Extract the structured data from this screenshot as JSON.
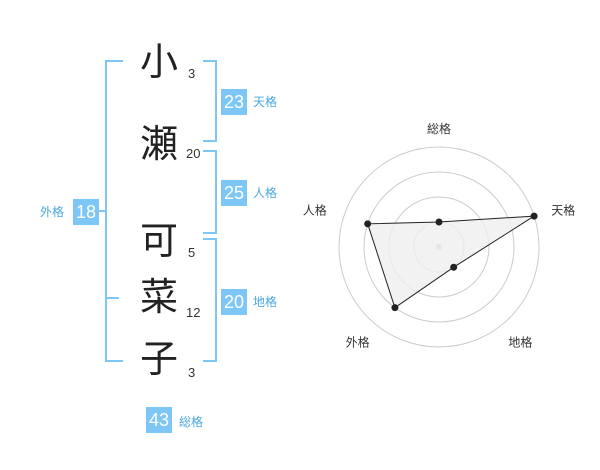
{
  "name": {
    "characters": [
      {
        "char": "小",
        "strokes": "3"
      },
      {
        "char": "瀬",
        "strokes": "20"
      },
      {
        "char": "可",
        "strokes": "5"
      },
      {
        "char": "菜",
        "strokes": "12"
      },
      {
        "char": "子",
        "strokes": "3"
      }
    ]
  },
  "fortune": {
    "tenkaku": {
      "value": "23",
      "label": "天格"
    },
    "jinkaku": {
      "value": "25",
      "label": "人格"
    },
    "chikaku": {
      "value": "20",
      "label": "地格"
    },
    "gaikaku": {
      "value": "18",
      "label": "外格"
    },
    "soukaku": {
      "value": "43",
      "label": "総格"
    }
  },
  "colors": {
    "accent": "#7ec6f5",
    "accent_text": "#4aa8e0",
    "radar_fill": "#efefef",
    "radar_line": "#222222",
    "grid": "#cccccc"
  },
  "chart_data": {
    "type": "radar",
    "axes": [
      "総格",
      "天格",
      "地格",
      "外格",
      "人格"
    ],
    "values": [
      1,
      4,
      1,
      3,
      3
    ],
    "range": [
      0,
      4
    ],
    "grid_rings": 4
  }
}
